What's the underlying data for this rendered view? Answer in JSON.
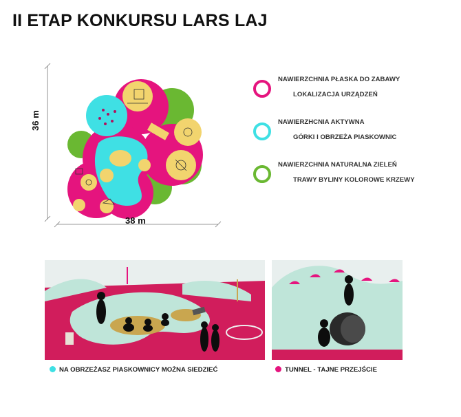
{
  "title": "II ETAP KONKURSU LARS LAJ",
  "dimensions": {
    "height": "36 m",
    "width": "38 m"
  },
  "colors": {
    "magenta": "#e5147e",
    "cyan": "#3fe0e4",
    "green": "#6ab832",
    "yellow": "#f2d46e",
    "mint": "#bfe5d9"
  },
  "legend": [
    {
      "ring": "magenta",
      "line1": "NAWIERZCHNIA PŁASKA DO ZABAWY",
      "line2": "LOKALIZACJA URZĄDZEŃ"
    },
    {
      "ring": "cyan",
      "line1": "NAWIERZHCNIA AKTYWNA",
      "line2": "GÓRKI I OBRZEŻA PIASKOWNIC"
    },
    {
      "ring": "green",
      "line1": "NAWIERZCHNIA NATURALNA ZIELEŃ",
      "line2": "TRAWY BYLINY KOLOROWE KRZEWY"
    }
  ],
  "photos": [
    {
      "caption": "NA OBRZEŻASZ PIASKOWNICY MOŻNA SIEDZIEĆ",
      "dot": "cyan"
    },
    {
      "caption": "TUNNEL - TAJNE PRZEJŚCIE",
      "dot": "magenta"
    }
  ]
}
